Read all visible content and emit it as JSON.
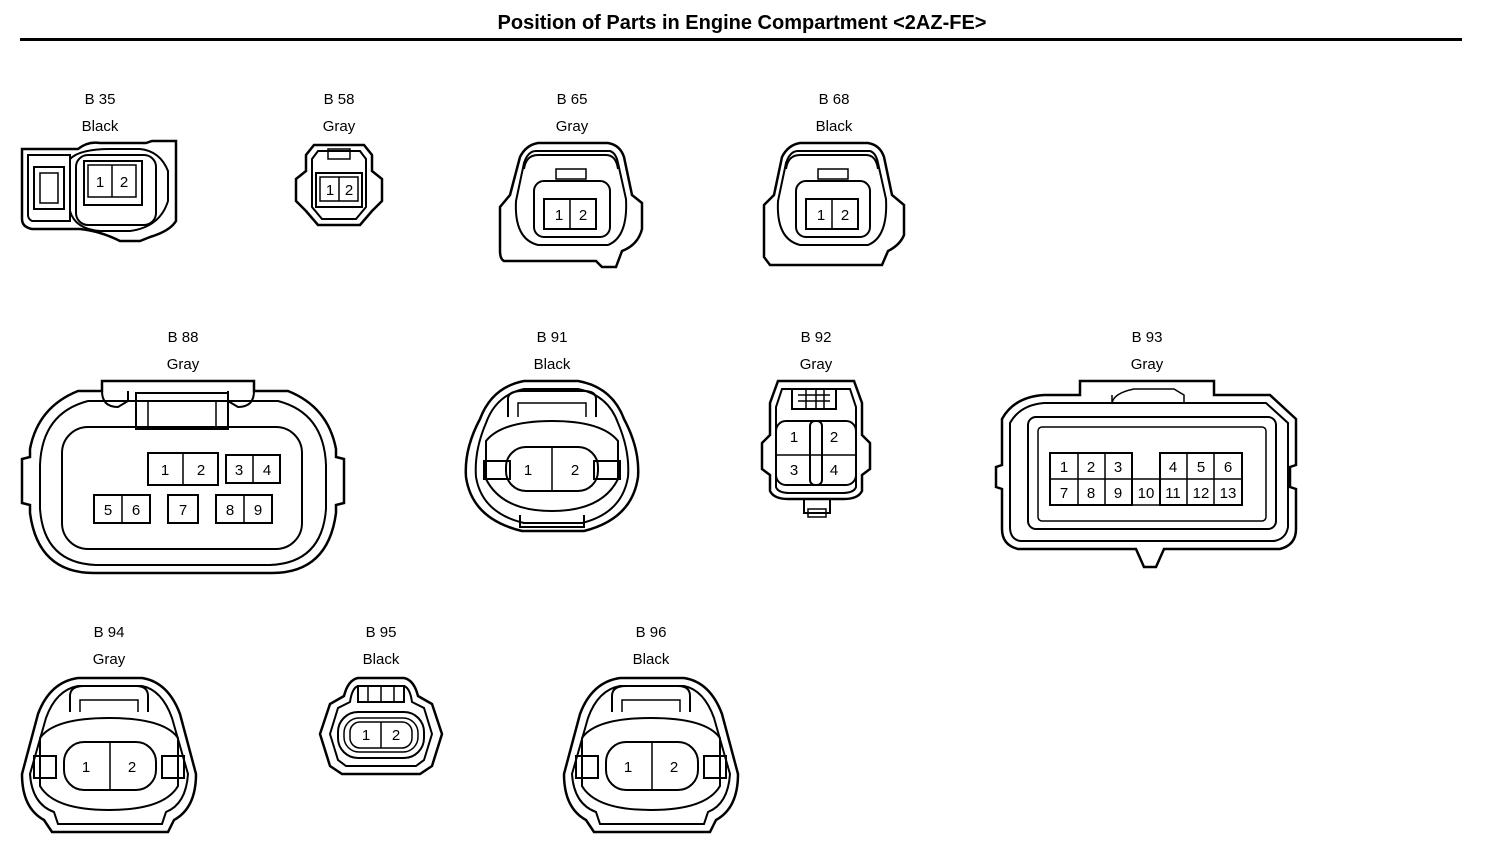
{
  "title": "Position of Parts in Engine Compartment <2AZ-FE>",
  "connectors": {
    "b35": {
      "code": "B 35",
      "color": "Black",
      "pins": [
        "1",
        "2"
      ]
    },
    "b58": {
      "code": "B 58",
      "color": "Gray",
      "pins": [
        "1",
        "2"
      ]
    },
    "b65": {
      "code": "B 65",
      "color": "Gray",
      "pins": [
        "1",
        "2"
      ]
    },
    "b68": {
      "code": "B 68",
      "color": "Black",
      "pins": [
        "1",
        "2"
      ]
    },
    "b88": {
      "code": "B 88",
      "color": "Gray",
      "pins": [
        "1",
        "2",
        "3",
        "4",
        "5",
        "6",
        "7",
        "8",
        "9"
      ]
    },
    "b91": {
      "code": "B 91",
      "color": "Black",
      "pins": [
        "1",
        "2"
      ]
    },
    "b92": {
      "code": "B 92",
      "color": "Gray",
      "pins": [
        "1",
        "2",
        "3",
        "4"
      ]
    },
    "b93": {
      "code": "B 93",
      "color": "Gray",
      "pins": [
        "1",
        "2",
        "3",
        "4",
        "5",
        "6",
        "7",
        "8",
        "9",
        "10",
        "11",
        "12",
        "13"
      ]
    },
    "b94": {
      "code": "B 94",
      "color": "Gray",
      "pins": [
        "1",
        "2"
      ]
    },
    "b95": {
      "code": "B 95",
      "color": "Black",
      "pins": [
        "1",
        "2"
      ]
    },
    "b96": {
      "code": "B 96",
      "color": "Black",
      "pins": [
        "1",
        "2"
      ]
    }
  }
}
